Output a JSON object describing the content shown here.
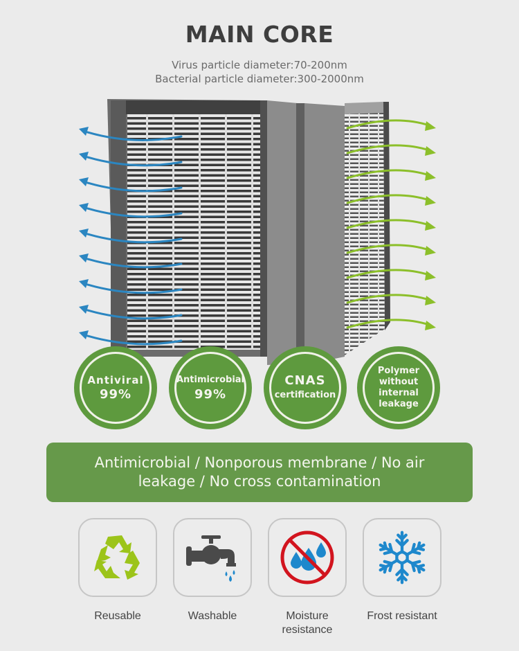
{
  "header": {
    "title": "MAIN CORE",
    "subtitle_lines": [
      "Virus particle diameter:70-200nm",
      "Bacterial particle diameter:300-2000nm"
    ]
  },
  "product_image": {
    "description": "heat exchanger filter core with airflow arrows",
    "inflow_arrow_color": "#2b86c1",
    "outflow_arrow_color": "#8cbf2a"
  },
  "badges": [
    {
      "line1": "Antiviral",
      "line2": "99%"
    },
    {
      "line1": "Antimicrobial",
      "line2": "99%"
    },
    {
      "line1": "CNAS",
      "line2": "certification"
    },
    {
      "lines": [
        "Polymer",
        "without",
        "internal",
        "leakage"
      ]
    }
  ],
  "banner": {
    "text": "Antimicrobial / Nonporous membrane / No air leakage / No cross contamination"
  },
  "features": [
    {
      "icon": "recycle-icon",
      "label": "Reusable"
    },
    {
      "icon": "faucet-icon",
      "label": "Washable"
    },
    {
      "icon": "no-water-icon",
      "label": "Moisture resistance"
    },
    {
      "icon": "snowflake-icon",
      "label": "Frost resistant"
    }
  ],
  "colors": {
    "background": "#ebebeb",
    "green": "#5e9a3e",
    "banner_green": "#66994a",
    "recycle_green": "#9cc41a",
    "icon_dark": "#4a4a4a",
    "water_blue": "#1e88cc",
    "prohibit_red": "#d2141e"
  }
}
